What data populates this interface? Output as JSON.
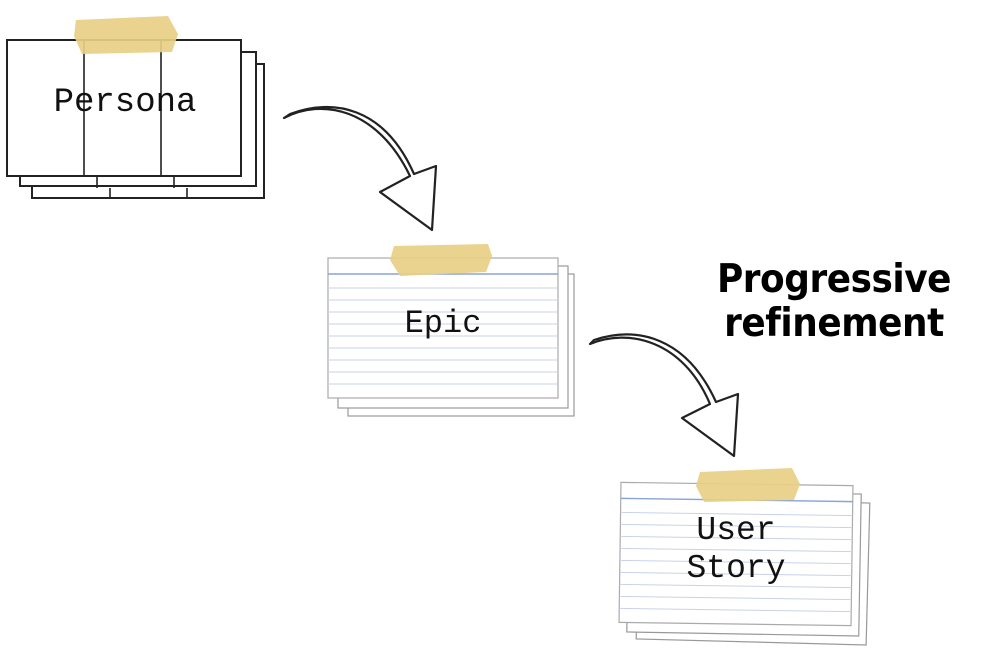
{
  "cards": {
    "persona": "Persona",
    "epic": "Epic",
    "story": "User\nStory"
  },
  "caption": {
    "line1": "Progressive",
    "line2": "refinement"
  },
  "colors": {
    "tape": "#e8cf86",
    "card_line": "#c9d2e6",
    "card_line_top": "#8aa4d8",
    "ink": "#111111"
  }
}
